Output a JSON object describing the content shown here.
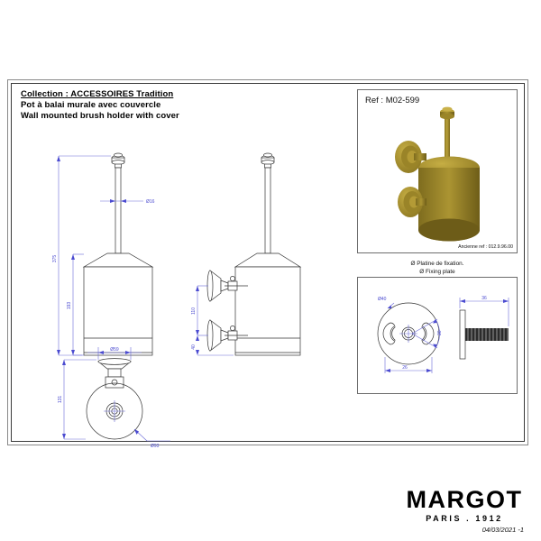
{
  "document": {
    "title_lines": [
      "Collection : ACCESSOIRES Tradition",
      "Pot à balai murale avec couvercle",
      "Wall mounted brush holder with cover"
    ],
    "collection_label": "Collection : ACCESSOIRES Tradition",
    "name_fr": "Pot à balai murale avec couvercle",
    "name_en": "Wall mounted brush holder with cover"
  },
  "reference_box": {
    "ref_label": "Ref : M02-599",
    "old_ref_label": "Ancienne ref : 012.9.96.00",
    "render_color": "#a08a26"
  },
  "fixing_plate_box": {
    "caption_fr": "Ø Platine de fixation.",
    "caption_en": "Ø Fixing plate",
    "dimensions": {
      "plate_diameter": "Ø40",
      "slot_spacing": "26",
      "slot_angle": "30",
      "stud_length": "36"
    }
  },
  "front_view": {
    "overall_height": "375",
    "body_height": "193",
    "handle_diameter": "Ø16"
  },
  "side_view": {
    "upper_bracket_height": "110",
    "lower_bracket_height": "40"
  },
  "plan_view": {
    "bracket_width": "Ø59",
    "projection": "131",
    "body_diameter": "Ø93"
  },
  "footer": {
    "brand": "MARGOT",
    "brand_sub": "PARIS . 1912",
    "date": "04/03/2021 -1"
  },
  "colors": {
    "dimension_blue": "#4a4ad0",
    "outline_gray": "#333333",
    "render_gold": "#a08a26",
    "border_gray": "#6d6d6d"
  }
}
